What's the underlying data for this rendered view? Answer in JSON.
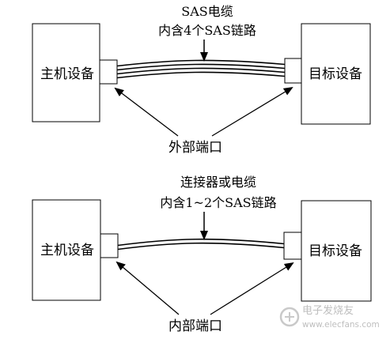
{
  "top": {
    "cable_label_line1": "SAS电缆",
    "cable_label_line2": "内含4个SAS链路",
    "host_device": "主机设备",
    "target_device": "目标设备",
    "port_label": "外部端口",
    "link_count": 4
  },
  "bottom": {
    "cable_label_line1": "连接器或电缆",
    "cable_label_line2": "内含1~2个SAS链路",
    "host_device": "主机设备",
    "target_device": "目标设备",
    "port_label": "内部端口",
    "link_count": 2
  },
  "watermark": {
    "line1": "电子发烧友",
    "line2": "www.elecfans.com"
  }
}
